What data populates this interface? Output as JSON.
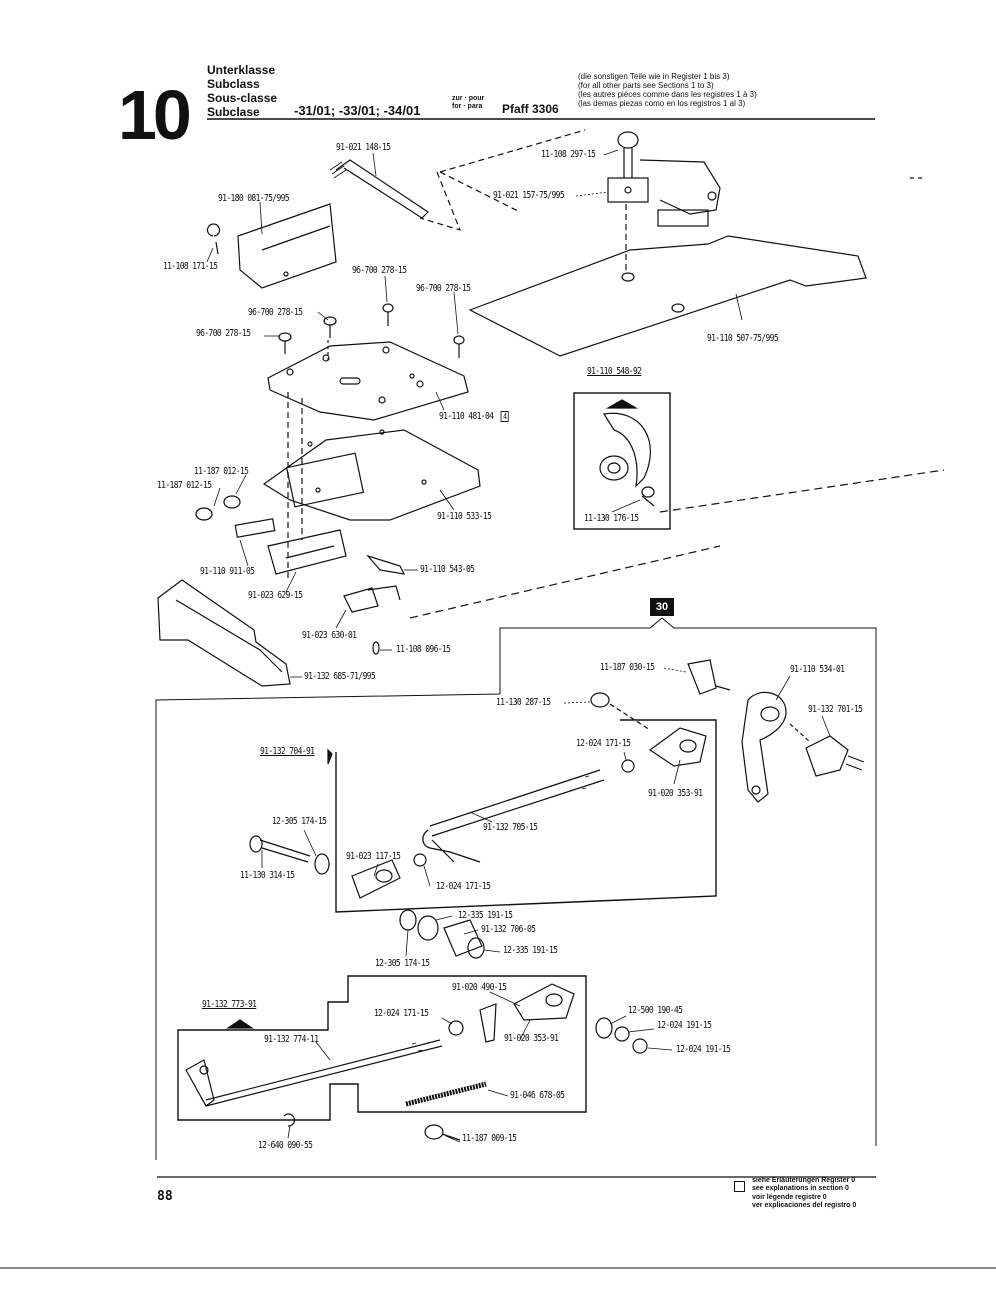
{
  "header": {
    "section_number": "10",
    "subclass_labels": [
      "Unterklasse",
      "Subclass",
      "Sous-classe",
      "Subclase"
    ],
    "subclasses": "-31/01; -33/01; -34/01",
    "for_label": [
      "zur · pour",
      "for · para"
    ],
    "model": "Pfaff 3306",
    "note_lines": [
      "(die sonstigen Teile wie in Register 1 bis 3)",
      "(for all other parts see Sections 1 to 3)",
      "(les autres pièces comme dans les registres 1 à 3)",
      "(las demas piezas como en los registros 1 al 3)"
    ]
  },
  "badge": "30",
  "parts": {
    "p1": "91-021 148-15",
    "p2": "91-180 081-75/995",
    "p3": "11-108 171-15",
    "p4": "96-700 278-15",
    "p5": "96-700 278-15",
    "p6": "96-700 278-15",
    "p7": "96-700 278-15",
    "p8": "11-108 297-15",
    "p9": "91-021 157-75/995",
    "p10": "91-110 507-75/995",
    "p11": "91-110 548-92",
    "p12": "91-110 481-04",
    "p13": "11-130 176-15",
    "p14": "11-187 012-15",
    "p15": "11-187 012-15",
    "p16": "91-110 533-15",
    "p17": "91-110 911-05",
    "p18": "91-110 543-05",
    "p19": "91-023 629-15",
    "p20": "91-023 630-01",
    "p21": "11-108 096-15",
    "p22": "91-132 685-71/995",
    "p23": "11-187 030-15",
    "p24": "91-110 534-01",
    "p25": "11-130 287-15",
    "p26": "91-132 701-15",
    "p27": "91-132 704-91",
    "p28": "12-024 171-15",
    "p29": "91-020 353-91",
    "p30": "12-305 174-15",
    "p31": "91-132 705-15",
    "p32": "91-023 117-15",
    "p33": "11-130 314-15",
    "p34": "12-024 171-15",
    "p35": "12-335 191-15",
    "p36": "91-132 706-05",
    "p37": "12-335 191-15",
    "p38": "12-305 174-15",
    "p39": "91-020 490-15",
    "p40": "91-132 773-91",
    "p41": "12-024 171-15",
    "p42": "12-500 190-45",
    "p43": "12-024 191-15",
    "p44": "91-132 774-11",
    "p45": "91-020 353-91",
    "p46": "12-024 191-15",
    "p47": "91-046 678-05",
    "p48": "12-640 090-55",
    "p49": "11-187 009-15"
  },
  "p12_suffix": "4",
  "footer": {
    "page_number": "88",
    "legend_lines": [
      "siehe Erläuterungen Register 0",
      "see explanations in section 0",
      "voir légende registre 0",
      "ver explicaciones del registro 0"
    ]
  }
}
